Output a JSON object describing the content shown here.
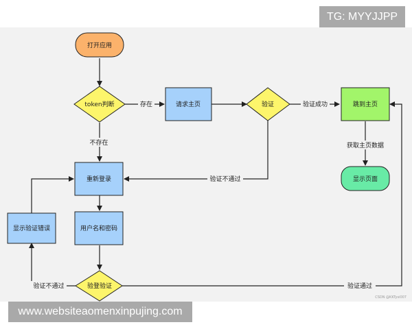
{
  "header_tag": "TG: MYYJJPP",
  "footer_text": "www.websiteaomenxinpujing.com",
  "watermark": "CSDN @KKTysi007",
  "colors": {
    "start": "#fbb26b",
    "decision": "#fdf56b",
    "process": "#a6d1fb",
    "success": "#a2f56a",
    "end": "#68eba6"
  },
  "nodes": {
    "open_app": "打开应用",
    "token_check": "token判断",
    "request_home": "请求主页",
    "verify": "验证",
    "goto_home": "跳到主页",
    "show_page": "显示页面",
    "relogin": "重新登录",
    "credentials": "用户名和密码",
    "login_verify": "验登验证",
    "show_error": "显示验证错误"
  },
  "edges": {
    "exists": "存在",
    "not_exists": "不存在",
    "verify_success": "验证成功",
    "get_data": "获取主页数据",
    "verify_fail_top": "验证不通过",
    "verify_fail_bottom": "验证不通过",
    "verify_pass": "验证通过"
  }
}
